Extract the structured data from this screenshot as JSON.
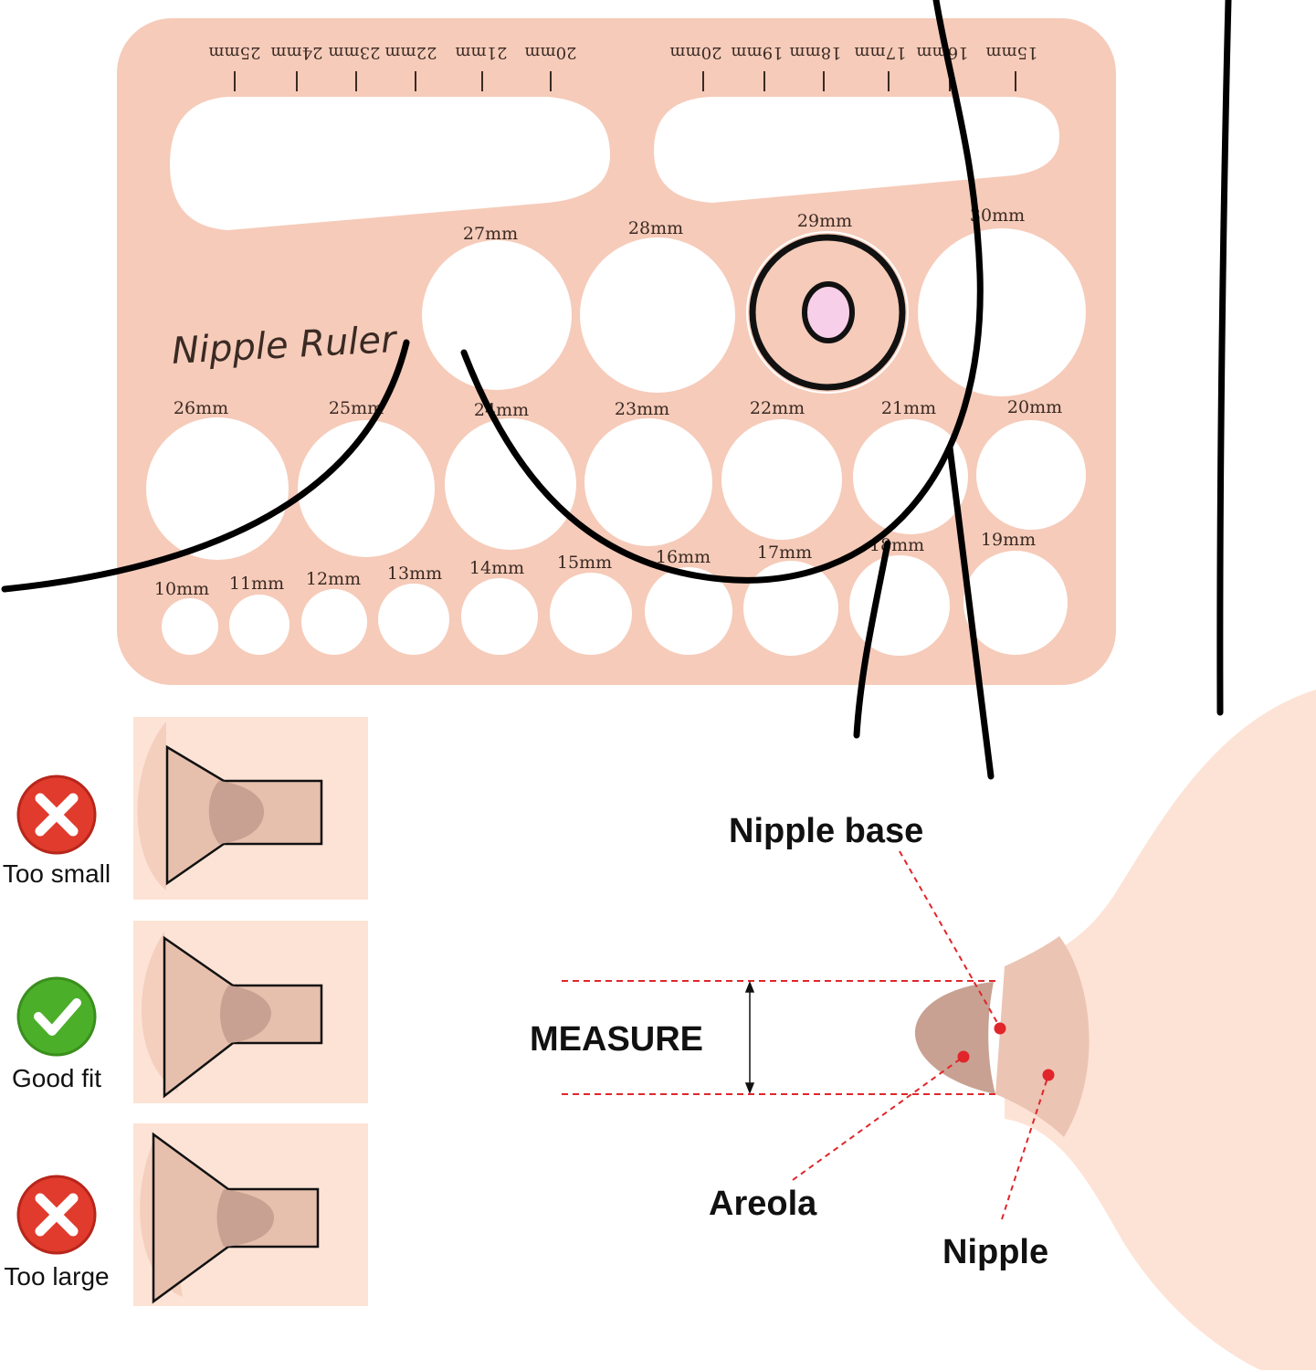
{
  "ruler": {
    "title": "Nipple Ruler",
    "slot_left_labels": [
      "25mm",
      "24mm",
      "23mm",
      "22mm",
      "21mm",
      "20mm"
    ],
    "slot_right_labels": [
      "20mm",
      "19mm",
      "18mm",
      "17mm",
      "16mm",
      "15mm"
    ],
    "row1_labels": [
      "27mm",
      "28mm",
      "29mm",
      "30mm"
    ],
    "row2_labels": [
      "26mm",
      "25mm",
      "24mm",
      "23mm",
      "22mm",
      "21mm",
      "20mm"
    ],
    "row3_labels": [
      "10mm",
      "11mm",
      "12mm",
      "13mm",
      "14mm",
      "15mm",
      "16mm",
      "17mm",
      "18mm",
      "19mm"
    ]
  },
  "fit_examples": [
    {
      "status": "Too small",
      "icon": "x-mark-icon",
      "color": "#e03b2c"
    },
    {
      "status": "Good fit",
      "icon": "check-mark-icon",
      "color": "#4caf2a"
    },
    {
      "status": "Too large",
      "icon": "x-mark-icon",
      "color": "#e03b2c"
    }
  ],
  "anatomy": {
    "measure": "MEASURE",
    "nipple_base": "Nipple base",
    "areola": "Areola",
    "nipple": "Nipple",
    "marker_color": "#e0262a",
    "skin_color": "#fde3d6"
  }
}
